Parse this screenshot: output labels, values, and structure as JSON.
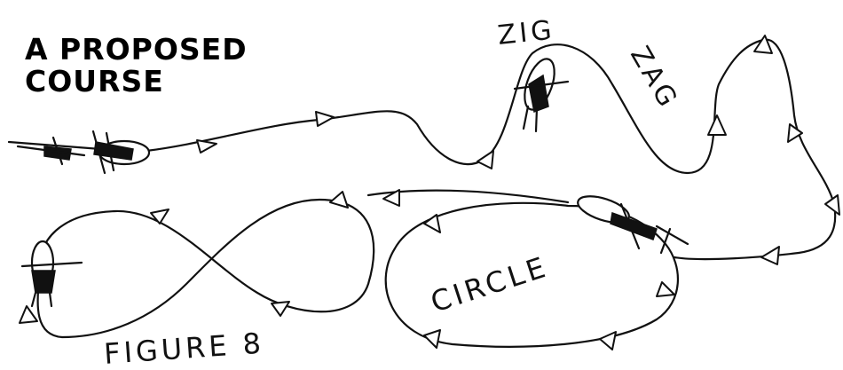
{
  "title": {
    "line1": "A PROPOSED",
    "line2": "COURSE"
  },
  "labels": {
    "zig": "ZIG",
    "zag": "ZAG",
    "circle": "CIRCLE",
    "figure8": "FIGURE 8"
  }
}
